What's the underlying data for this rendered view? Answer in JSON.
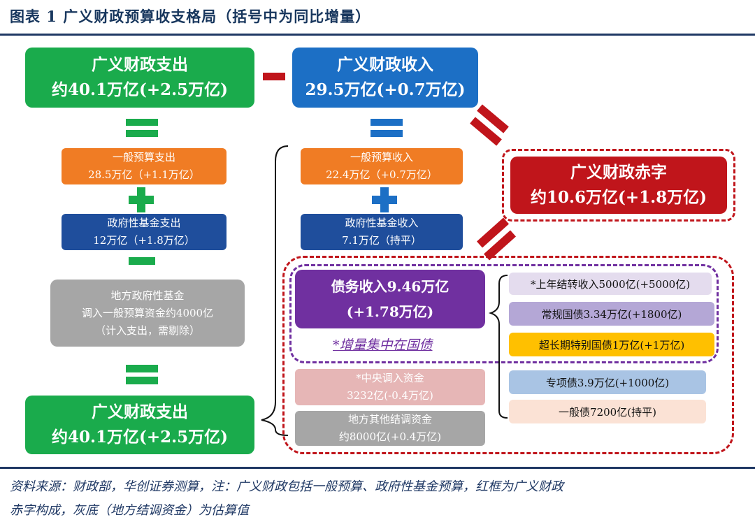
{
  "title": "图表 1   广义财政预算收支格局（括号中为同比增量）",
  "colors": {
    "green": "#1aab4c",
    "blue": "#1c6fc5",
    "orange": "#f07c24",
    "navy": "#1f4e9c",
    "gray": "#a6a6a6",
    "red": "#c0151b",
    "purple": "#7030a0",
    "pink": "#e6b6b6",
    "lavender": "#b4a7d6",
    "yellow": "#ffc000",
    "lightblue": "#a9c4e4",
    "peach": "#fbe2d5"
  },
  "left": {
    "top_total": {
      "line1": "广义财政支出",
      "line2": "约40.1万亿(+2.5万亿)"
    },
    "general_budget": {
      "line1": "一般预算支出",
      "line2": "28.5万亿（+1.1万亿）"
    },
    "gov_fund": {
      "line1": "政府性基金支出",
      "line2": "12万亿（+1.8万亿）"
    },
    "local_fund": {
      "line1": "地方政府性基金",
      "line2": "调入一般预算资金约4000亿",
      "line3": "（计入支出，需剔除）"
    },
    "bottom_total": {
      "line1": "广义财政支出",
      "line2": "约40.1万亿(+2.5万亿)"
    }
  },
  "middle": {
    "revenue_total": {
      "line1": "广义财政收入",
      "line2": "29.5万亿(+0.7万亿)"
    },
    "general_revenue": {
      "line1": "一般预算收入",
      "line2": "22.4万亿（+0.7万亿）"
    },
    "fund_revenue": {
      "line1": "政府性基金收入",
      "line2": "7.1万亿（持平）"
    },
    "debt_revenue": {
      "line1": "债务收入9.46万亿",
      "line2": "(+1.78万亿)"
    },
    "debt_note": "*增量集中在国债",
    "central_transfer": {
      "line1": "*中央调入资金",
      "line2": "3232亿(-0.4万亿)"
    },
    "local_other": {
      "line1": "地方其他结调资金",
      "line2": "约8000亿(+0.4万亿)"
    }
  },
  "right": {
    "deficit": {
      "line1": "广义财政赤字",
      "line2": "约10.6万亿(+1.8万亿)"
    },
    "items": [
      {
        "label": "*上年结转收入5000亿(+5000亿)"
      },
      {
        "label": "常规国债3.34万亿(+1800亿)"
      },
      {
        "label": "超长期特别国债1万亿(+1万亿)"
      },
      {
        "label": "专项债3.9万亿(+1000亿)"
      },
      {
        "label": "一般债7200亿(持平)"
      }
    ]
  },
  "footer": {
    "line1": "资料来源：财政部，华创证券测算，注：广义财政包括一般预算、政府性基金预算，红框为广义财政",
    "line2": "赤字构成，灰底（地方结调资金）为估算值"
  }
}
